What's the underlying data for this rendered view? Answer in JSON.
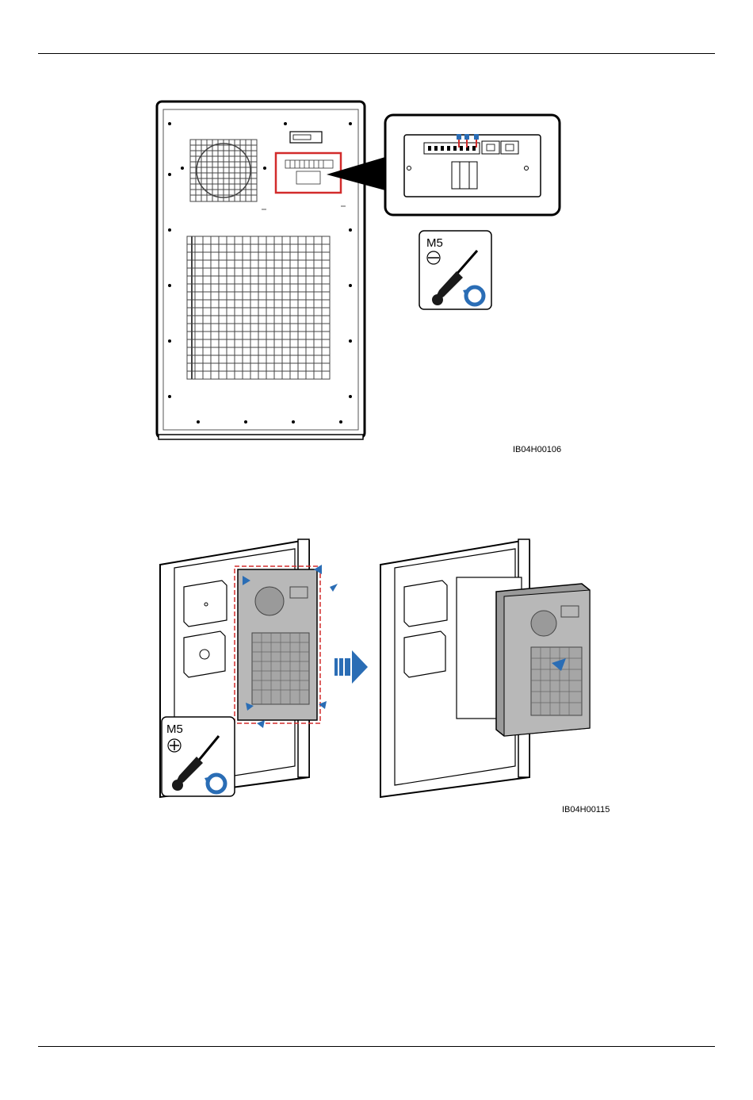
{
  "figure1": {
    "tool_size": "M5",
    "figure_id": "IB04H00106"
  },
  "figure2": {
    "tool_size": "M5",
    "figure_id": "IB04H00115"
  },
  "colors": {
    "highlight": "#d22b2b",
    "arrow": "#2a6db5",
    "unit_gray": "#b8b8b8"
  }
}
